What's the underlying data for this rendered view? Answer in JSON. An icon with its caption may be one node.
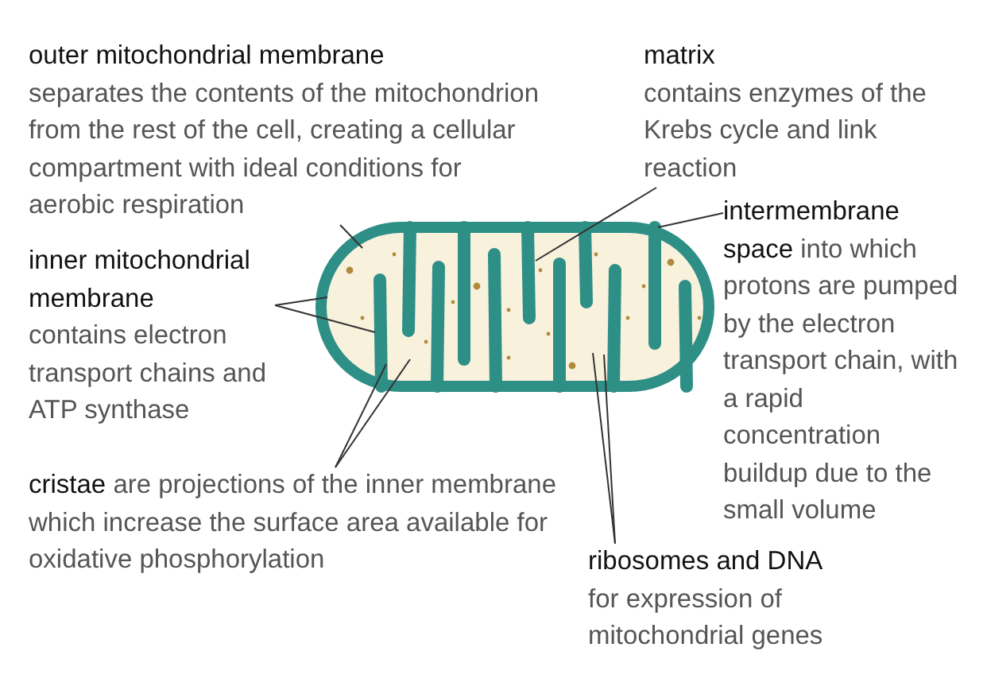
{
  "diagram": {
    "nodes": [
      {
        "text": [
          "outer mitochondrial membrane",
          "separates the contents of the mitochondrion from the rest of the cell, creating a cellular compartment with ideal conditions for aerobic respiration"
        ]
      },
      {
        "text": [
          "matrix",
          "contains enzymes of the Krebs cycle and link reaction"
        ]
      },
      {
        "text": [
          "inner mitochondrial membrane",
          "contains electron transport chains and ATP synthase"
        ]
      },
      {
        "text": [
          "**intermembrane space** into which protons are pumped by the electron transport chain, with a rapid concentration buildup due to the small volume"
        ]
      },
      {
        "text": [
          "**cristae** are projections of the inner membrane which increase the surface area available for oxidative phosphorylation"
        ]
      },
      {
        "text": [
          "ribosomes and DNA",
          "for expression of mitochondrial genes"
        ]
      },
      {
        "text": [],
        "shape": "picture"
      }
    ],
    "edges": [
      {
        "from": 0,
        "to": 6,
        "arrow": "none"
      },
      {
        "from": 1,
        "to": 6,
        "arrow": "none"
      },
      {
        "from": 3,
        "to": 6,
        "arrow": "none"
      },
      {
        "from": 2,
        "to": 6,
        "arrow": "none"
      },
      {
        "from": 2,
        "to": 6,
        "arrow": "none"
      },
      {
        "from": 4,
        "to": 6,
        "arrow": "none"
      },
      {
        "from": 4,
        "to": 6,
        "arrow": "none"
      },
      {
        "from": 5,
        "to": 6,
        "arrow": "none"
      },
      {
        "from": 5,
        "to": 6,
        "arrow": "none"
      }
    ]
  }
}
